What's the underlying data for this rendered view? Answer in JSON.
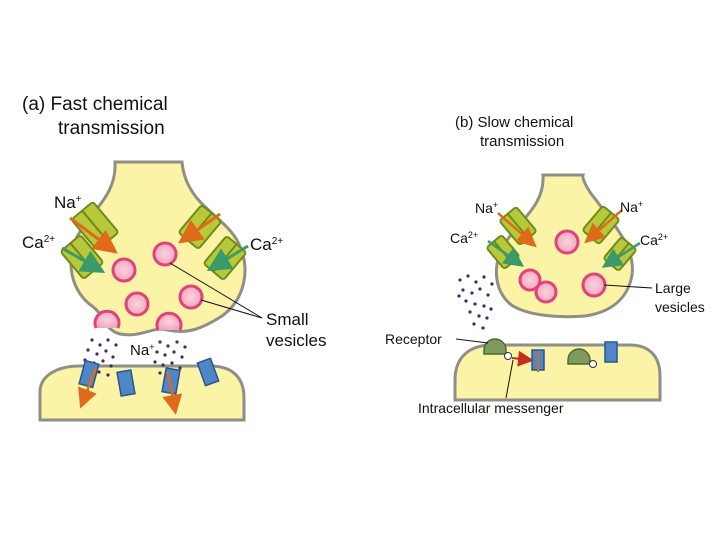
{
  "panel_a": {
    "title_line1": "(a)  Fast chemical",
    "title_line2": "transmission",
    "na_top": "Na",
    "ca_left": "Ca",
    "ca_right": "Ca",
    "na_cleft": "Na",
    "small_vesicles_line1": "Small",
    "small_vesicles_line2": "vesicles"
  },
  "panel_b": {
    "title_line1": "(b) Slow chemical",
    "title_line2": "transmission",
    "na_left": "Na",
    "na_right": "Na",
    "ca_left": "Ca",
    "ca_right": "Ca",
    "large_vesicles_line1": "Large",
    "large_vesicles_line2": "vesicles",
    "receptor": "Receptor",
    "intracellular_messenger": "Intracellular messenger"
  },
  "superscripts": {
    "na": "+",
    "ca": "2+"
  },
  "colors": {
    "cytoplasm": "#fbf3a6",
    "membrane": "#8f8f86",
    "channel": "#b7c93a",
    "channel_dark": "#6f8a1a",
    "vesicle_outer": "#e0437a",
    "vesicle_inner": "#fbd3de",
    "neurotransmitter": "#3a2a6e",
    "na_arrow": "#e06a1a",
    "ca_arrow": "#3a9a6a",
    "receptor_blue": "#4f86c6",
    "gprotein_green": "#7f9a5e"
  }
}
